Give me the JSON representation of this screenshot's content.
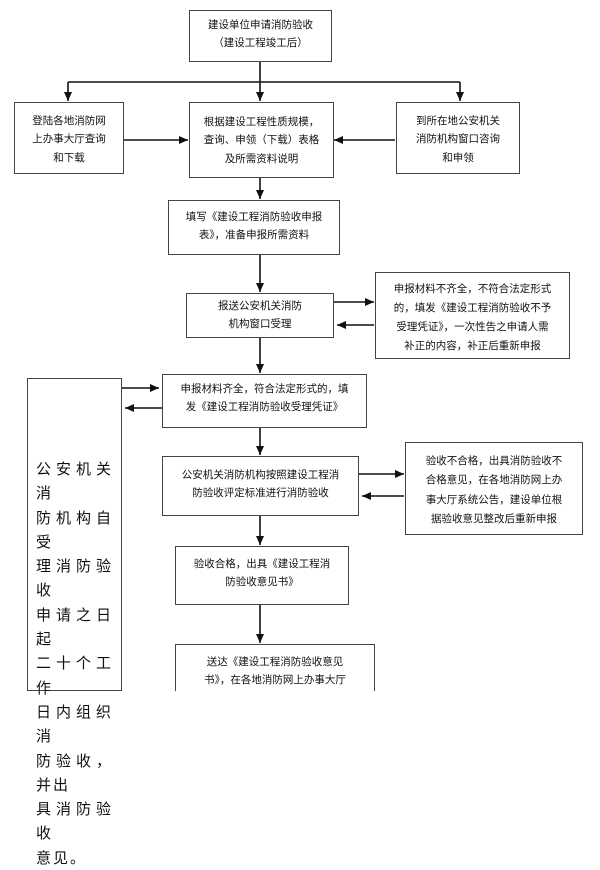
{
  "flowchart": {
    "nodes": {
      "apply": [
        "建设单位申请消防验收",
        "（建设工程竣工后）"
      ],
      "online": [
        "登陆各地消防网",
        "上办事大厅查询",
        "和下载"
      ],
      "forms": [
        "根据建设工程性质规模，",
        "查询、申领（下载）表格",
        "及所需资料说明"
      ],
      "window": [
        "到所在地公安机关",
        "消防机构窗口咨询",
        "和申领"
      ],
      "fill": [
        "填写《建设工程消防验收申报",
        "表》，准备申报所需资料"
      ],
      "submit": [
        "报送公安机关消防",
        "机构窗口受理"
      ],
      "incomplete": [
        "申报材料不齐全，不符合法定形式",
        "的，填发《建设工程消防验收不予",
        "受理凭证》，一次性告之申请人需",
        "补正的内容，补正后重新申报"
      ],
      "complete": [
        "申报材料齐全，符合法定形式的，填",
        "发《建设工程消防验收受理凭证》"
      ],
      "inspect": [
        "公安机关消防机构按照建设工程消",
        "防验收评定标准进行消防验收"
      ],
      "fail": [
        "验收不合格，出具消防验收不",
        "合格意见，在各地消防网上办",
        "事大厅系统公告，建设单位根",
        "据验收意见整改后重新申报"
      ],
      "pass": [
        "验收合格，出具《建设工程消",
        "防验收意见书》"
      ],
      "deliver": [
        "送达《建设工程消防验收意见",
        "书》，在各地消防网上办事大厅"
      ],
      "timeline": [
        "公安机关消",
        "防机构自受",
        "理消防验收",
        "申请之日起",
        "二十个工作",
        "日内组织消",
        "防验收，并出",
        "具消防验收",
        "意见。"
      ]
    }
  }
}
